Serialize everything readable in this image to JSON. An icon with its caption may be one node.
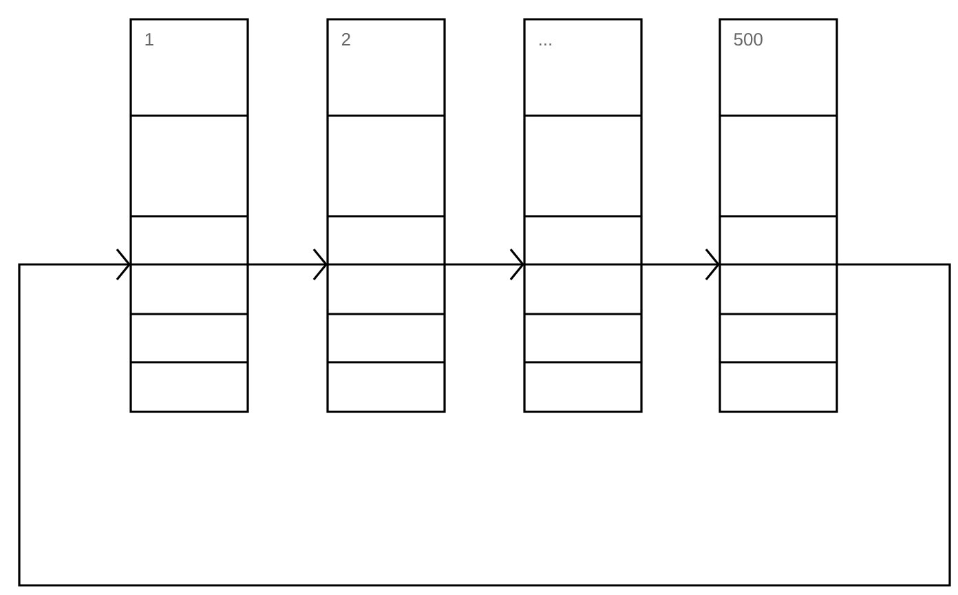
{
  "diagram": {
    "nodes": [
      {
        "text": [
          "1"
        ]
      },
      {
        "text": [
          "2"
        ]
      },
      {
        "text": [
          "..."
        ]
      },
      {
        "text": [
          "500"
        ]
      }
    ],
    "edges": [
      {
        "from": 0,
        "to": 1,
        "arrow": "to"
      },
      {
        "from": 1,
        "to": 2,
        "arrow": "to"
      },
      {
        "from": 2,
        "to": 3,
        "arrow": "to"
      },
      {
        "from": 3,
        "to": 0,
        "arrow": "to"
      }
    ]
  }
}
